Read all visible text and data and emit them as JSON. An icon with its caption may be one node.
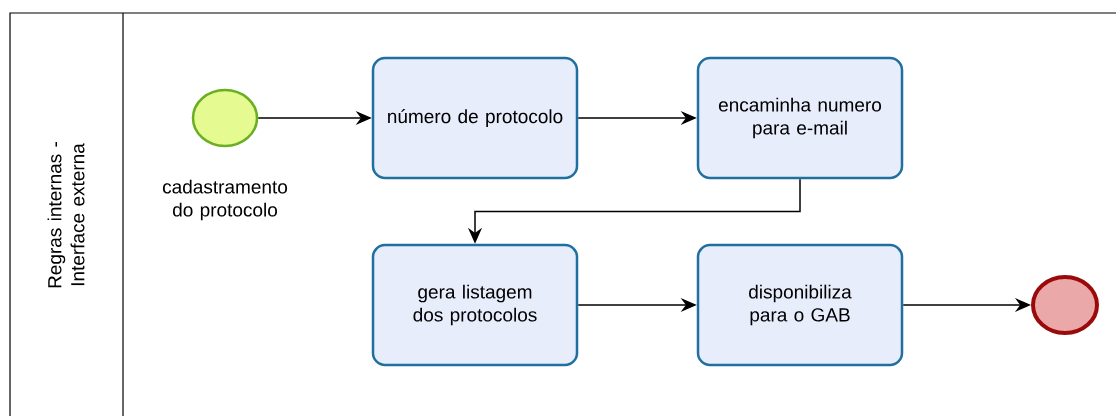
{
  "diagram": {
    "nodes": [
      {
        "text": [
          "Regras internas - Interface externa"
        ]
      },
      {
        "text": [],
        "shape": "circle",
        "in": 0,
        "beside": [
          "cadastramento do protocolo"
        ]
      },
      {
        "text": [
          "número de protocolo"
        ],
        "in": 0
      },
      {
        "text": [
          "encaminha numero para e-mail"
        ],
        "in": 0
      },
      {
        "text": [
          "gera listagem dos protocolos"
        ],
        "in": 0
      },
      {
        "text": [
          "disponibiliza para o GAB"
        ],
        "in": 0
      },
      {
        "text": [],
        "shape": "circle",
        "in": 0
      }
    ],
    "edges": [
      {
        "from": 1,
        "to": 2,
        "arrow": "to"
      },
      {
        "from": 2,
        "to": 3,
        "arrow": "to"
      },
      {
        "from": 3,
        "to": 4,
        "arrow": "to"
      },
      {
        "from": 4,
        "to": 5,
        "arrow": "to"
      },
      {
        "from": 5,
        "to": 6,
        "arrow": "to"
      }
    ]
  }
}
